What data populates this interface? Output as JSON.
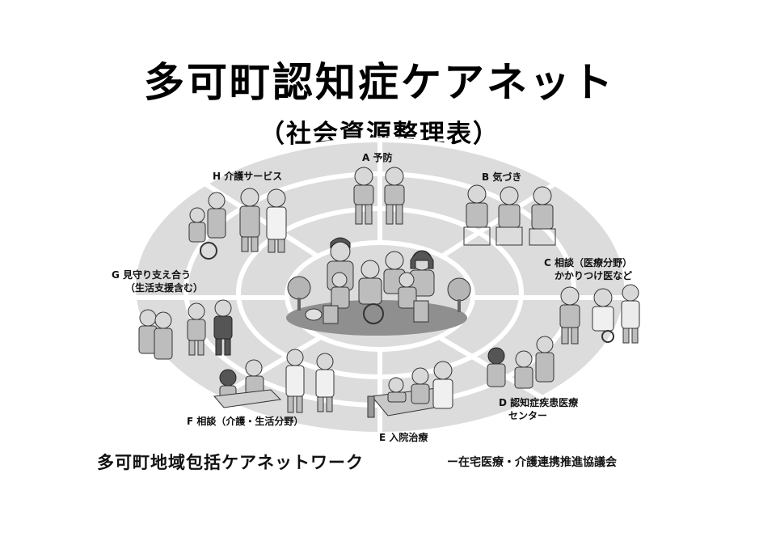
{
  "title": "多可町認知症ケアネット",
  "subtitle": "（社会資源整理表）",
  "sections": {
    "a": "A 予防",
    "b": "B 気づき",
    "c_line1": "C 相談（医療分野）",
    "c_line2": "かかりつけ医など",
    "d_line1": "D 認知症疾患医療",
    "d_line2": "センター",
    "e": "E 入院治療",
    "f": "F 相談（介護・生活分野）",
    "g_line1": "G 見守り支え合う",
    "g_line2": "（生活支援含む）",
    "h": "H 介護サービス"
  },
  "footer": {
    "network": "多可町地域包括ケアネットワーク",
    "council": "ー在宅医療・介護連携推進協議会"
  },
  "colors": {
    "ellipse_fill": "#dcdcdc",
    "ellipse_line": "#ffffff",
    "center_disc": "#8f8f8f"
  }
}
